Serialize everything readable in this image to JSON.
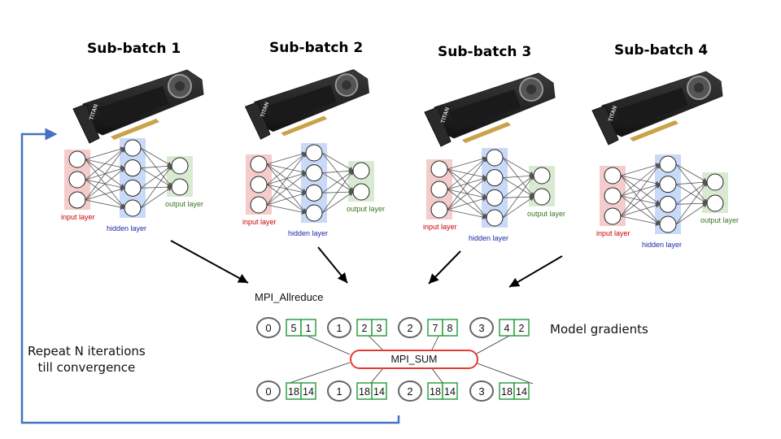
{
  "sub_batches": [
    {
      "title": "Sub-batch 1",
      "gpu_label": "TITAN"
    },
    {
      "title": "Sub-batch 2",
      "gpu_label": "TITAN"
    },
    {
      "title": "Sub-batch 3",
      "gpu_label": "TITAN"
    },
    {
      "title": "Sub-batch 4",
      "gpu_label": "TITAN"
    }
  ],
  "network": {
    "input_label": "input layer",
    "hidden_label": "hidden layer",
    "output_label": "output layer",
    "input_nodes": 3,
    "hidden_nodes": 4,
    "output_nodes": 2,
    "colors": {
      "input_bg": "#f4cccc",
      "hidden_bg": "#c9daf8",
      "output_bg": "#d9ead3",
      "input_text": "#cc0000",
      "hidden_text": "#1c2aa8",
      "output_text": "#38761d"
    }
  },
  "allreduce": {
    "title": "MPI_Allreduce",
    "operation": "MPI_SUM",
    "gradients_label": "Model gradients",
    "before": [
      {
        "rank": "0",
        "values": [
          "5",
          "1"
        ]
      },
      {
        "rank": "1",
        "values": [
          "2",
          "3"
        ]
      },
      {
        "rank": "2",
        "values": [
          "7",
          "8"
        ]
      },
      {
        "rank": "3",
        "values": [
          "4",
          "2"
        ]
      }
    ],
    "after": [
      {
        "rank": "0",
        "values": [
          "18",
          "14"
        ]
      },
      {
        "rank": "1",
        "values": [
          "18",
          "14"
        ]
      },
      {
        "rank": "2",
        "values": [
          "18",
          "14"
        ]
      },
      {
        "rank": "3",
        "values": [
          "18",
          "14"
        ]
      }
    ],
    "colors": {
      "cell_border": "#2ea043",
      "pill_border": "#e53935",
      "rank_border": "#666666"
    }
  },
  "loop": {
    "label_line1": "Repeat N iterations",
    "label_line2": "till convergence",
    "color": "#4472c4"
  }
}
